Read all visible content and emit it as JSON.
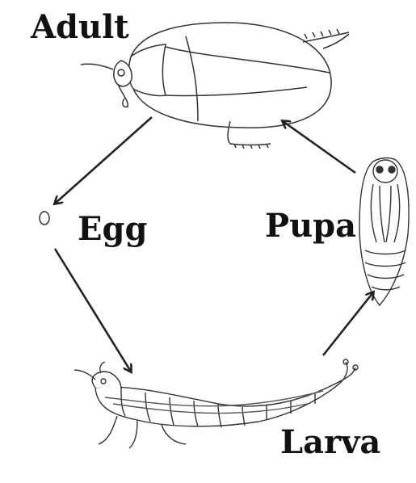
{
  "diagram": {
    "stages": {
      "adult": "Adult",
      "egg": "Egg",
      "pupa": "Pupa",
      "larva": "Larva"
    },
    "colors": {
      "ink": "#111111",
      "line": "#333333",
      "shade": "#555555"
    },
    "icons": [
      "adult-beetle-icon",
      "egg-icon",
      "larva-icon",
      "pupa-icon"
    ]
  }
}
